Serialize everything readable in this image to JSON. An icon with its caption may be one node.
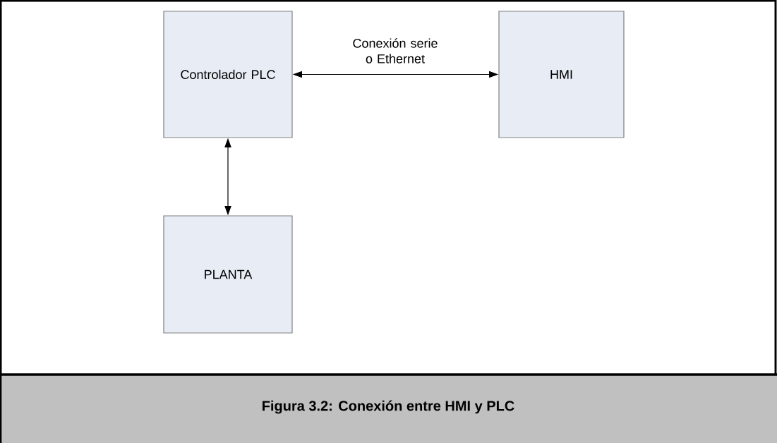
{
  "diagram": {
    "caption": "Figura 3.2: Conexión entre HMI y PLC",
    "nodes": [
      {
        "text": [
          "Controlador PLC"
        ]
      },
      {
        "text": [
          "HMI"
        ]
      },
      {
        "text": [
          "PLANTA"
        ]
      }
    ],
    "edges": [
      {
        "from": 0,
        "to": 1,
        "arrow": "both",
        "label": "Conexión serie o Ethernet"
      },
      {
        "from": 0,
        "to": 2,
        "arrow": "both"
      }
    ]
  }
}
